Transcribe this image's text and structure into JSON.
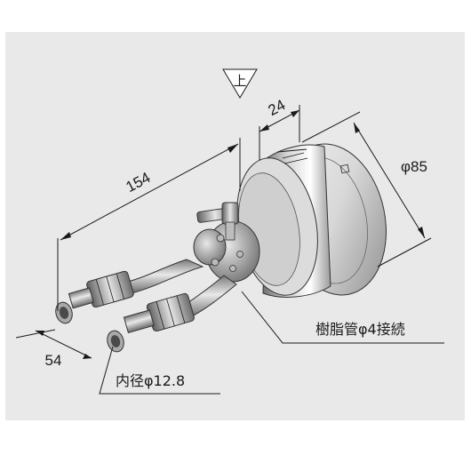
{
  "diagram": {
    "up_marker": "上",
    "dimensions": {
      "length_154": "154",
      "depth_24": "24",
      "diameter_85": "φ85",
      "spacing_54": "54"
    },
    "callouts": {
      "resin_pipe": "樹脂管φ4接続",
      "inner_diameter": "内径φ12.8"
    }
  }
}
